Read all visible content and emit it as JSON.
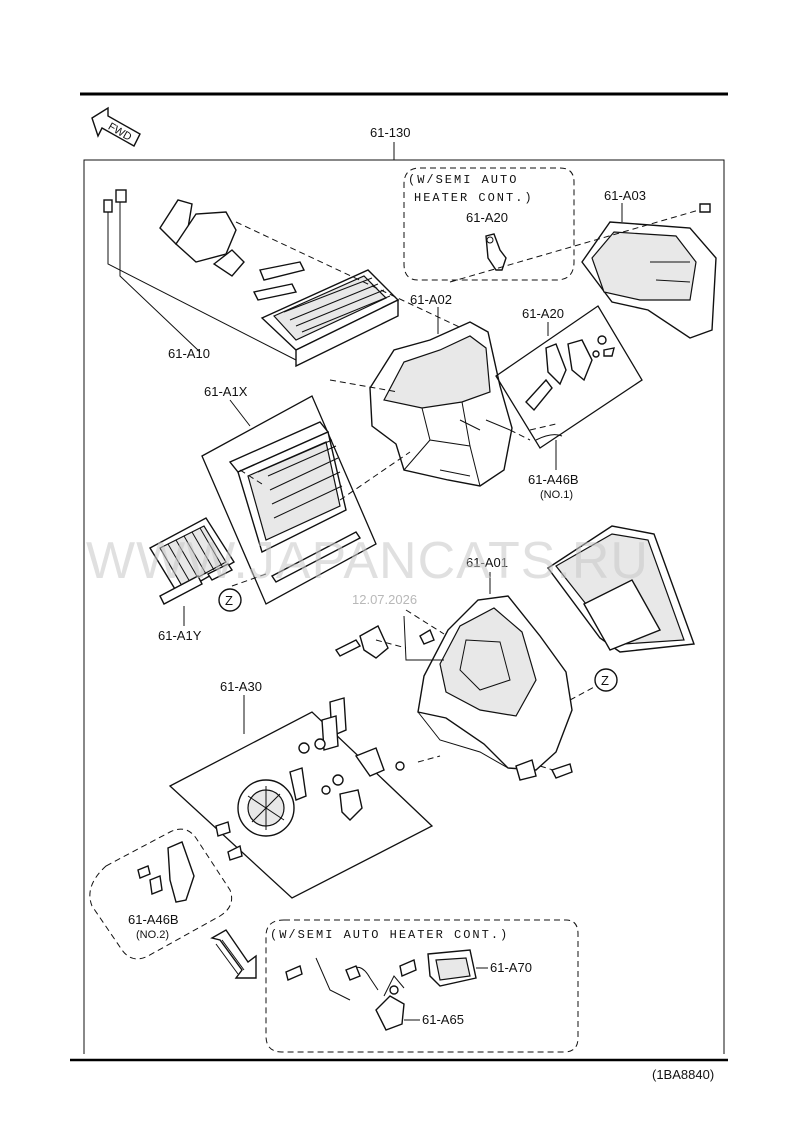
{
  "header": {
    "rule": "top-rule"
  },
  "fwd": {
    "label": "FWD"
  },
  "assembly": {
    "label": "61-130"
  },
  "notes": {
    "semi_auto_top_line1": "(W/SEMI AUTO",
    "semi_auto_top_line2": "HEATER CONT.)",
    "semi_auto_bottom": "(W/SEMI AUTO HEATER CONT.)"
  },
  "parts": {
    "a03": "61-A03",
    "a20_top": "61-A20",
    "a20_mid": "61-A20",
    "a02": "61-A02",
    "a10": "61-A10",
    "a1x": "61-A1X",
    "a46b_1": "61-A46B",
    "a46b_1_sub": "(NO.1)",
    "a01": "61-A01",
    "a1y": "61-A1Y",
    "a30": "61-A30",
    "a46b_2": "61-A46B",
    "a46b_2_sub": "(NO.2)",
    "a70": "61-A70",
    "a65": "61-A65"
  },
  "markers": {
    "z_left": "Z",
    "z_right": "Z"
  },
  "watermark": {
    "text": "WWW.JAPANCATS.RU",
    "date": "12.07.2026"
  },
  "footer": {
    "code": "(1BA8840)"
  }
}
